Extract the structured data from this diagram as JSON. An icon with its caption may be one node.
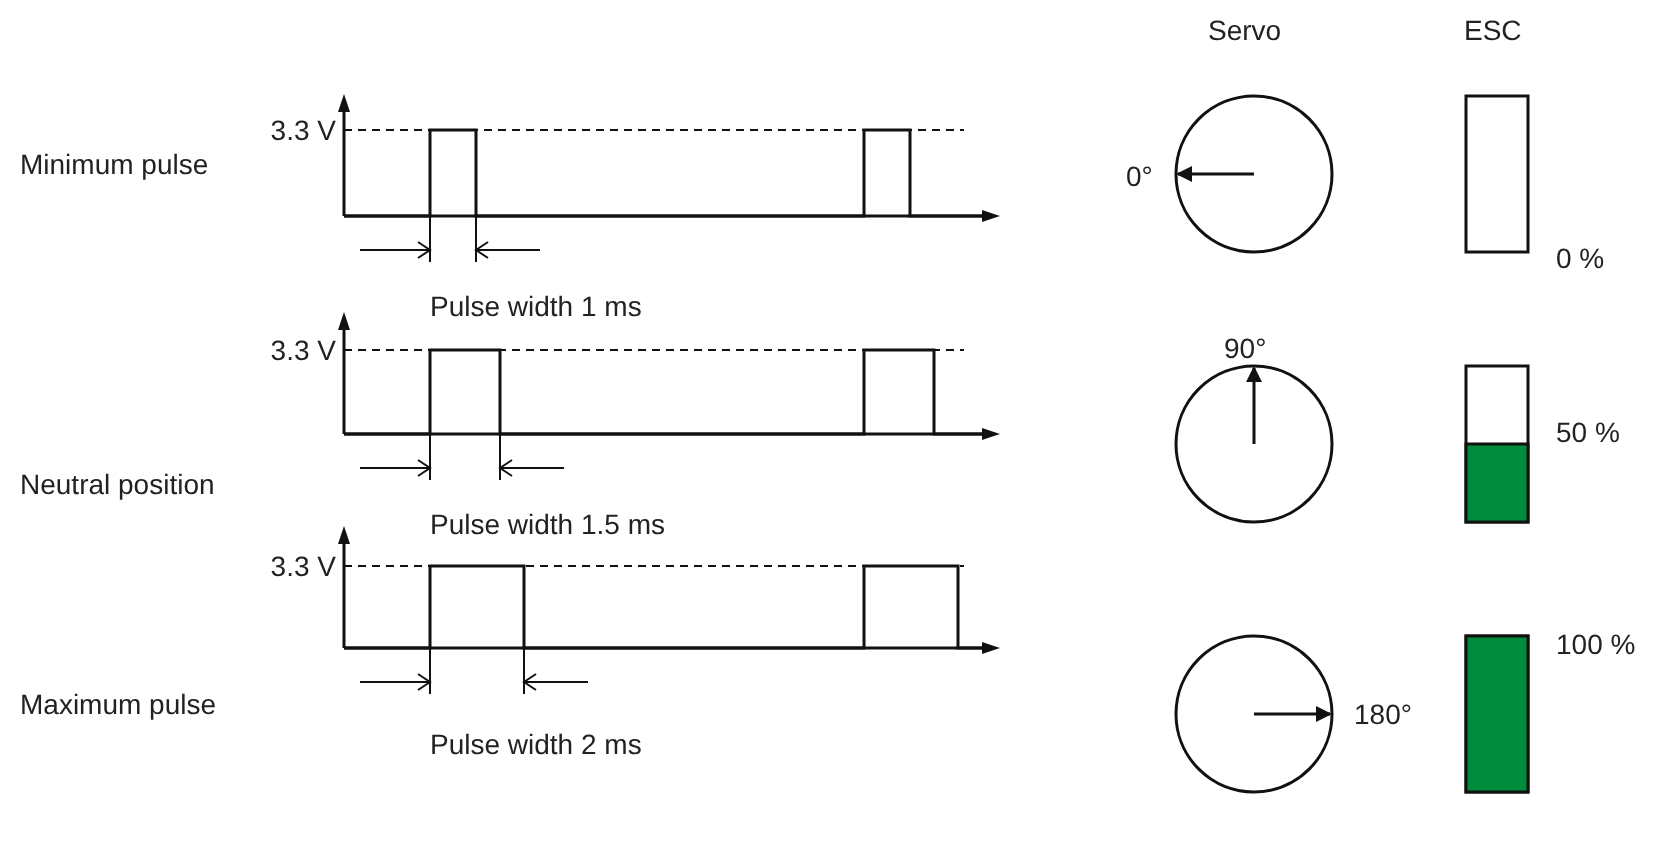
{
  "diagram": {
    "nodes": [
      {
        "text": [],
        "shape": "circle",
        "beside": [
          "0°"
        ]
      },
      {
        "text": [],
        "shape": "bar",
        "beside": [
          "0 %"
        ]
      },
      {
        "text": [],
        "shape": "circle",
        "beside": [
          "90°"
        ]
      },
      {
        "text": [],
        "shape": "bar",
        "beside": [
          "50 %"
        ]
      },
      {
        "text": [],
        "shape": "circle",
        "beside": [
          "180°"
        ]
      },
      {
        "text": [],
        "shape": "bar",
        "beside": [
          "100 %"
        ]
      }
    ],
    "labels": [
      "Servo",
      "ESC",
      "3.3 V",
      "Minimum pulse",
      "Pulse width 1 ms",
      "3.3 V",
      "Neutral position",
      "Pulse width 1.5 ms",
      "3.3 V",
      "Maximum pulse",
      "Pulse width 2 ms"
    ]
  }
}
